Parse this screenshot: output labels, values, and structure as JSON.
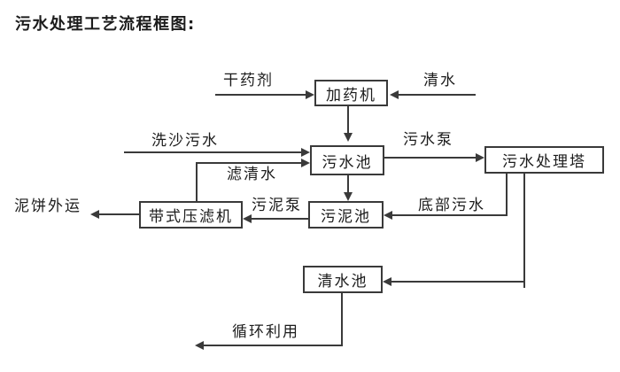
{
  "title": "污水处理工艺流程框图:",
  "nodes": {
    "dosing_machine": "加药机",
    "sewage_pool": "污水池",
    "sewage_treatment_tower": "污水处理塔",
    "belt_filter_press": "带式压滤机",
    "sludge_pool": "污泥池",
    "clean_water_pool": "清水池"
  },
  "flow_labels": {
    "dry_agent": "干药剂",
    "clean_water": "清水",
    "sand_washing_sewage": "洗沙污水",
    "filtered_water": "滤清水",
    "sewage_pump": "污水泵",
    "sludge_pump": "污泥泵",
    "bottom_sewage": "底部污水",
    "mud_cake_outbound": "泥饼外运",
    "recycling": "循环利用"
  },
  "colors": {
    "line": "#3a3a3a",
    "text": "#1c1c1c",
    "background": "#ffffff"
  }
}
